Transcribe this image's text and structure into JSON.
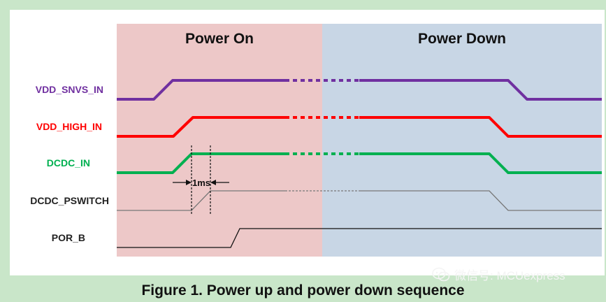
{
  "phases": {
    "on": "Power On",
    "down": "Power Down"
  },
  "signals": [
    {
      "id": "vdd_snvs",
      "label": "VDD_SNVS_IN",
      "color": "#7030a0"
    },
    {
      "id": "vdd_high",
      "label": "VDD_HIGH_IN",
      "color": "#ff0000"
    },
    {
      "id": "dcdc_in",
      "label": "DCDC_IN",
      "color": "#00b050"
    },
    {
      "id": "dcdc_pswitch",
      "label": "DCDC_PSWITCH",
      "color": "#777777"
    },
    {
      "id": "por_b",
      "label": "POR_B",
      "color": "#111111"
    }
  ],
  "timing": {
    "delay_label": "1ms"
  },
  "caption": "Figure 1.  Power up and power down sequence",
  "watermark": "微信号: MCUexpress",
  "colors": {
    "power_on_bg": "#edc8c8",
    "power_down_bg": "#c8d6e5",
    "frame_bg": "#ffffff"
  }
}
